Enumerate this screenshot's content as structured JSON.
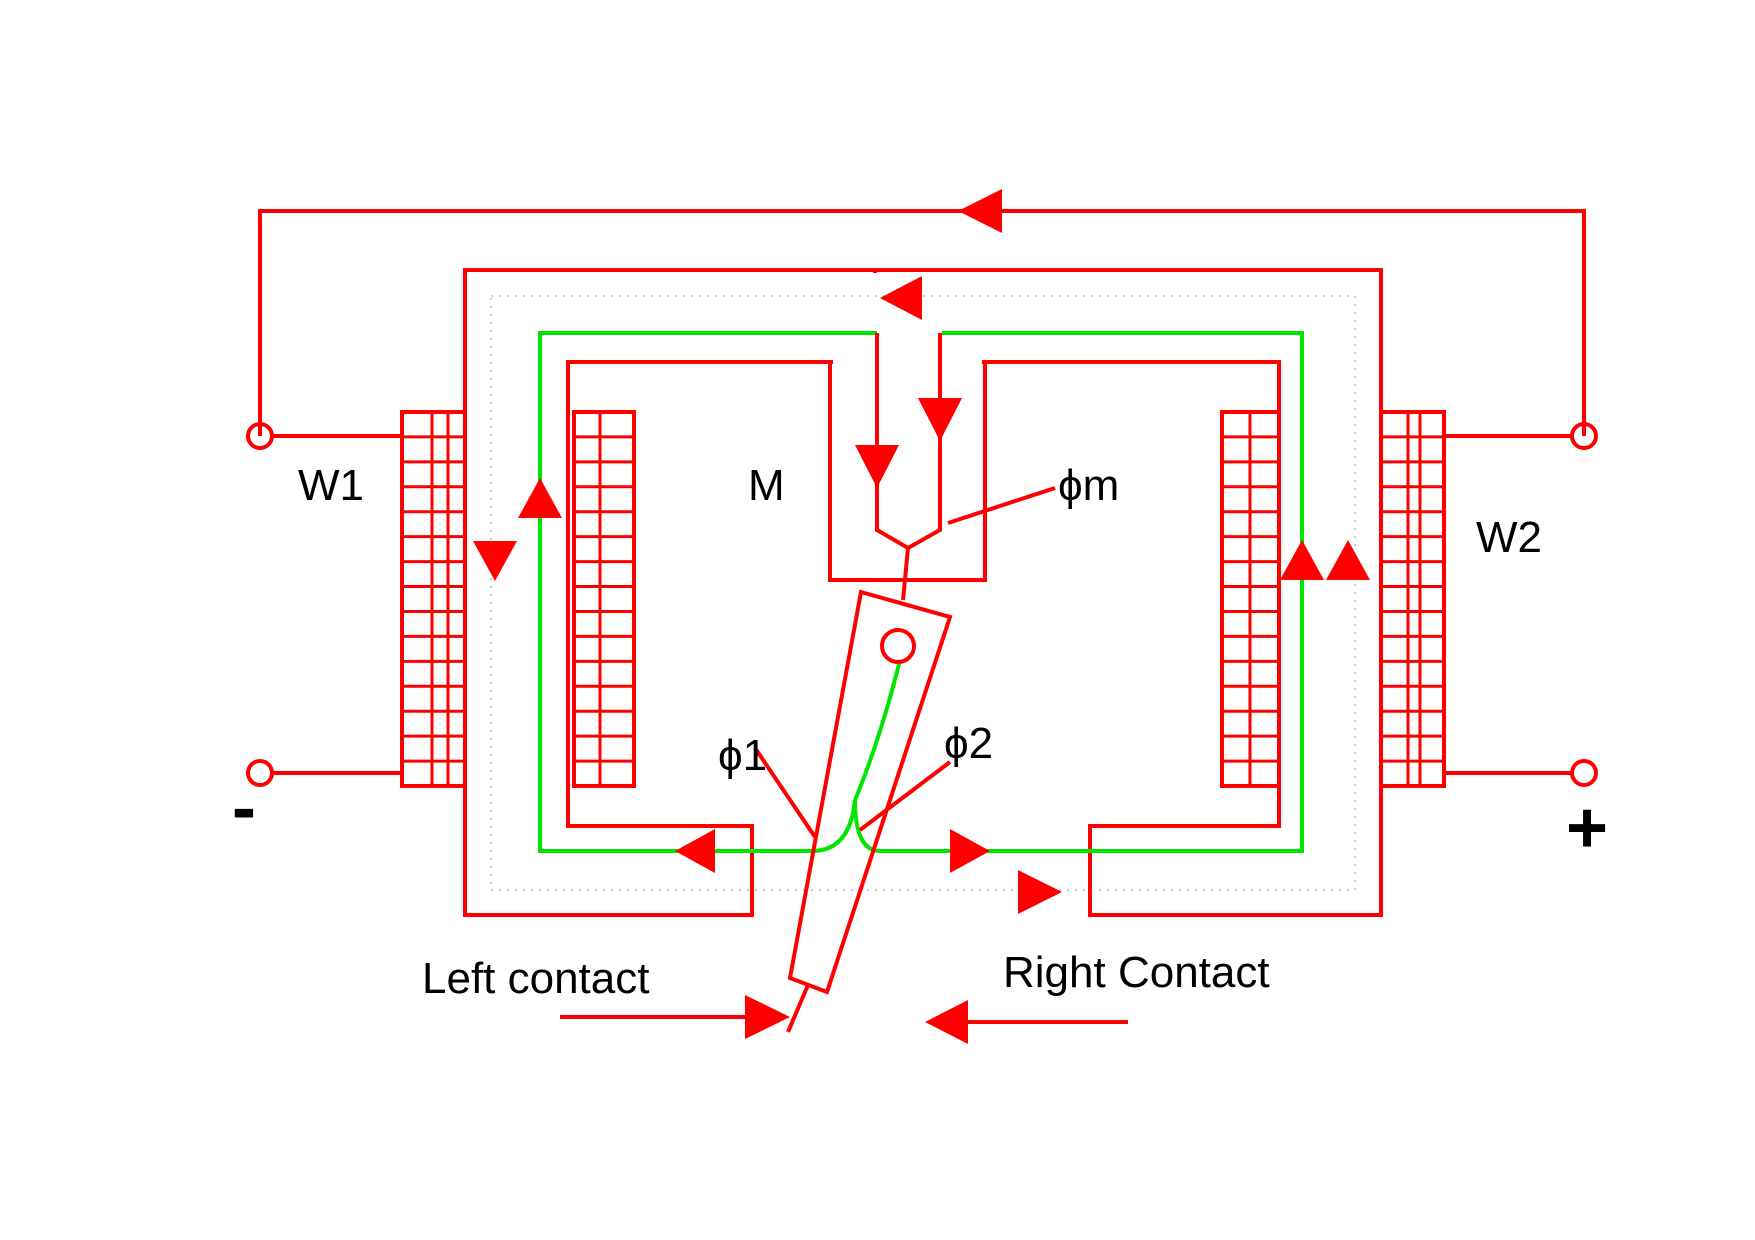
{
  "diagram": {
    "labels": {
      "w1": "W1",
      "w2": "W2",
      "m": "M",
      "phi_m": "ϕm",
      "phi_1": "ϕ1",
      "phi_2": "ϕ2",
      "left_contact": "Left contact",
      "right_contact": "Right Contact",
      "minus": "-",
      "plus": "+"
    },
    "colors": {
      "circuit": "#ff0000",
      "flux_path": "#00e600",
      "text": "#000000"
    }
  }
}
